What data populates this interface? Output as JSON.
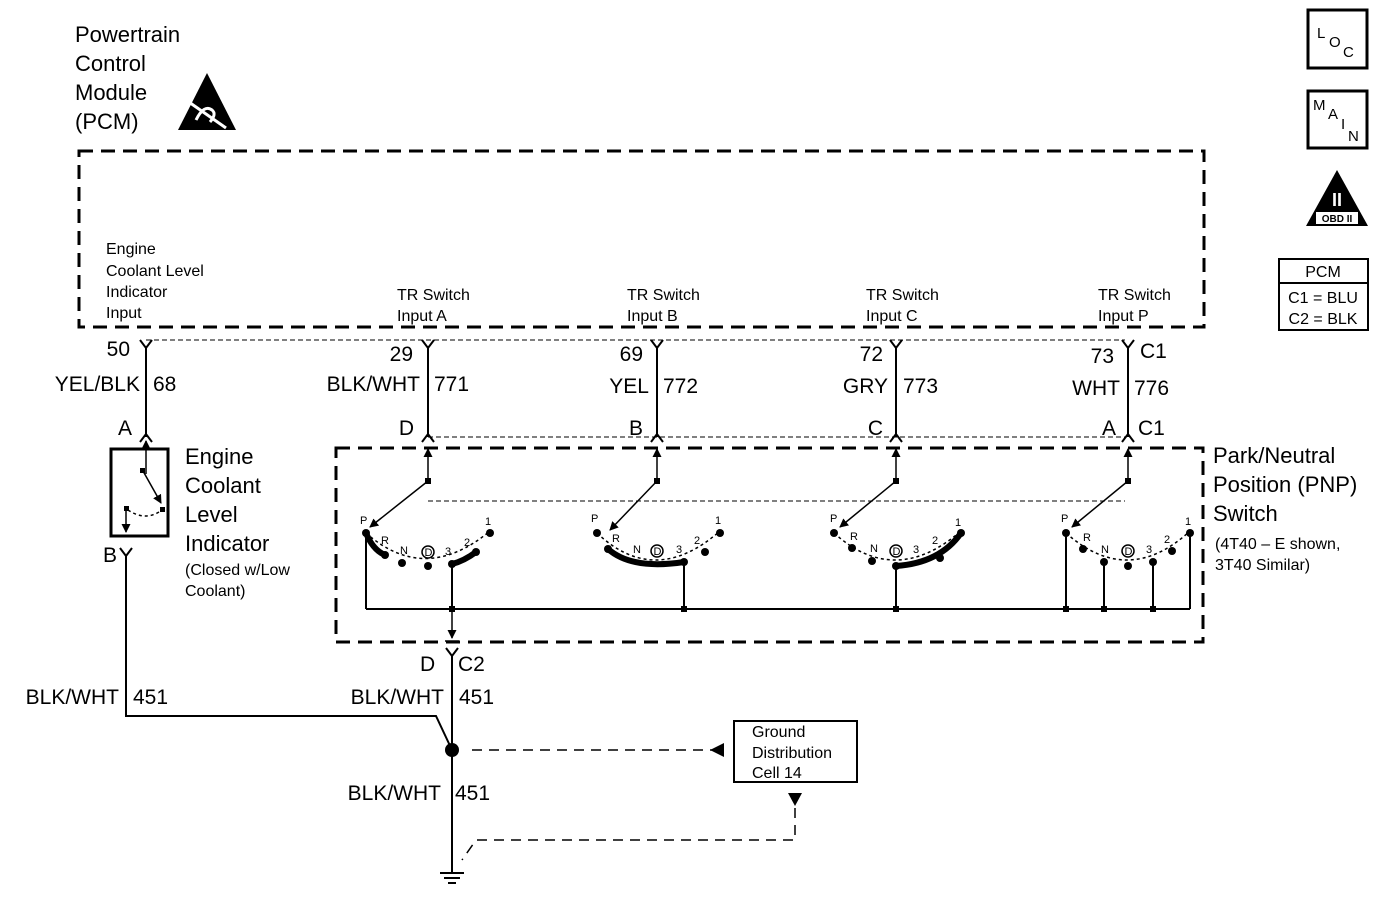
{
  "pcm": {
    "title_lines": [
      "Powertrain",
      "Control",
      "Module",
      "(PCM)"
    ],
    "inputs": [
      {
        "lines": [
          "Engine",
          "Coolant Level",
          "Indicator",
          "Input"
        ]
      },
      {
        "lines": [
          "TR Switch",
          "Input A"
        ]
      },
      {
        "lines": [
          "TR Switch",
          "Input B"
        ]
      },
      {
        "lines": [
          "TR Switch",
          "Input C"
        ]
      },
      {
        "lines": [
          "TR Switch",
          "Input P"
        ]
      }
    ]
  },
  "side_icons": {
    "loc": [
      "L",
      "O",
      "C"
    ],
    "main": [
      "M",
      "A",
      "I",
      "N"
    ],
    "obd": {
      "roman": "II",
      "label": "OBD II"
    }
  },
  "legend": {
    "title": "PCM",
    "rows": [
      "C1 = BLU",
      "C2 = BLK"
    ]
  },
  "circuits": [
    {
      "pin": "50",
      "color": "YEL/BLK",
      "circuit": "68",
      "lower": "A"
    },
    {
      "pin": "29",
      "color": "BLK/WHT",
      "circuit": "771",
      "lower": "D"
    },
    {
      "pin": "69",
      "color": "YEL",
      "circuit": "772",
      "lower": "B"
    },
    {
      "pin": "72",
      "color": "GRY",
      "circuit": "773",
      "lower": "C"
    },
    {
      "pin": "73",
      "color": "WHT",
      "circuit": "776",
      "lower": "A"
    }
  ],
  "connector_c1": "C1",
  "connector_c2": "C2",
  "ecl": {
    "name_lines": [
      "Engine",
      "Coolant",
      "Level",
      "Indicator"
    ],
    "note_lines": [
      "(Closed w/Low",
      "Coolant)"
    ],
    "bottom_pin": "B"
  },
  "pnp": {
    "name_lines": [
      "Park/Neutral",
      "Position (PNP)",
      "Switch"
    ],
    "note_lines": [
      "(4T40 – E shown,",
      "3T40 Similar)"
    ],
    "positions": [
      "P",
      "R",
      "N",
      "D",
      "3",
      "2",
      "1"
    ]
  },
  "ground": {
    "c2_pin": "D",
    "wire_color": "BLK/WHT",
    "wire_circuit": "451",
    "box_lines": [
      "Ground",
      "Distribution",
      "Cell 14"
    ]
  }
}
